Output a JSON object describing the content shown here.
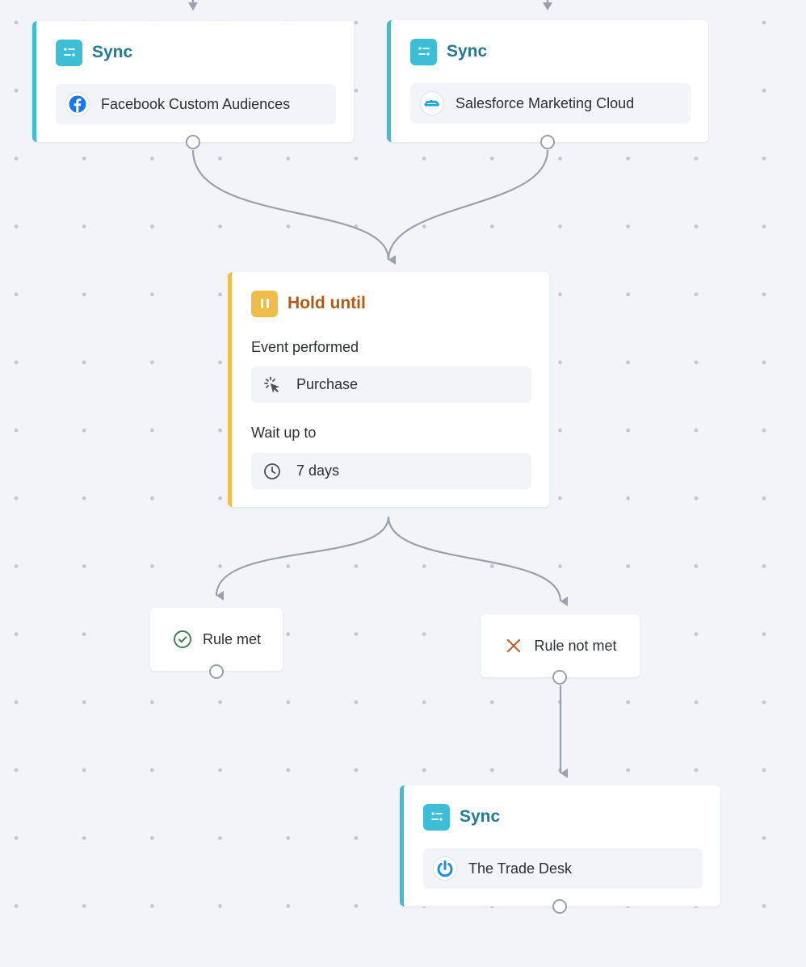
{
  "colors": {
    "canvas": "#f2f4f8",
    "sync_accent": "#3dbed6",
    "sync_title": "#237a94",
    "hold_accent": "#f0bd48",
    "hold_title": "#b25a14",
    "connector": "#9aa1ab",
    "rule_met": "#3f7d4e",
    "rule_not_met": "#c8602a"
  },
  "nodes": {
    "sync_facebook": {
      "title": "Sync",
      "icon": "sync-icon",
      "destination": "Facebook Custom Audiences",
      "destination_icon": "facebook-icon"
    },
    "sync_salesforce": {
      "title": "Sync",
      "icon": "sync-icon",
      "destination": "Salesforce Marketing Cloud",
      "destination_icon": "salesforce-icon"
    },
    "hold_until": {
      "title": "Hold until",
      "icon": "pause-icon",
      "event_label": "Event performed",
      "event_value": "Purchase",
      "event_icon": "click-icon",
      "wait_label": "Wait up to",
      "wait_value": "7 days",
      "wait_icon": "clock-icon"
    },
    "rule_met": {
      "label": "Rule met",
      "icon": "check-circle-icon"
    },
    "rule_not_met": {
      "label": "Rule not met",
      "icon": "x-icon"
    },
    "sync_tradedesk": {
      "title": "Sync",
      "icon": "sync-icon",
      "destination": "The Trade Desk",
      "destination_icon": "trade-desk-icon"
    }
  }
}
